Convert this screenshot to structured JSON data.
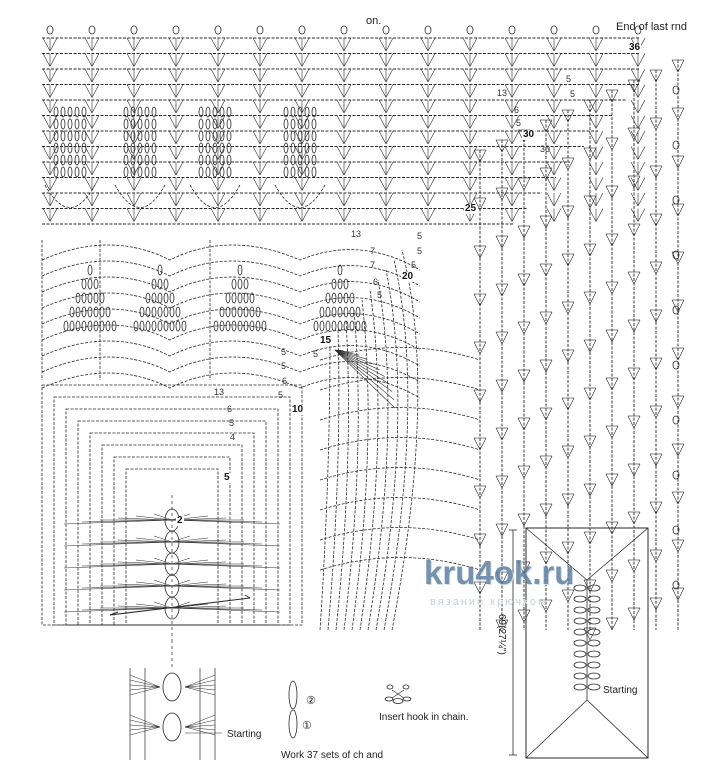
{
  "header": {
    "note": "on.",
    "end_label": "End of last rnd"
  },
  "round_numbers": [
    "36",
    "30",
    "25",
    "20",
    "15",
    "10",
    "5",
    "2"
  ],
  "stitch_counts": [
    "13",
    "5",
    "5",
    "6",
    "5",
    "30",
    "13",
    "5",
    "7",
    "5",
    "7",
    "5",
    "6",
    "5",
    "5",
    "5",
    "5",
    "6",
    "13",
    "5",
    "6",
    "5",
    "4"
  ],
  "legend": {
    "starting_left": "Starting",
    "work_sets": "Work 37 sets of ch and",
    "circle_2": "②",
    "circle_1": "①",
    "insert_hook": "Insert hook in chain.",
    "starting_right": "Starting",
    "dimension": "69(27¼\")"
  },
  "watermark": {
    "title": "kru4ok.ru",
    "subtitle": "вязание крючком"
  },
  "colors": {
    "ink": "#2a2a2a",
    "watermark": "#5f7fa0",
    "background": "#ffffff"
  }
}
